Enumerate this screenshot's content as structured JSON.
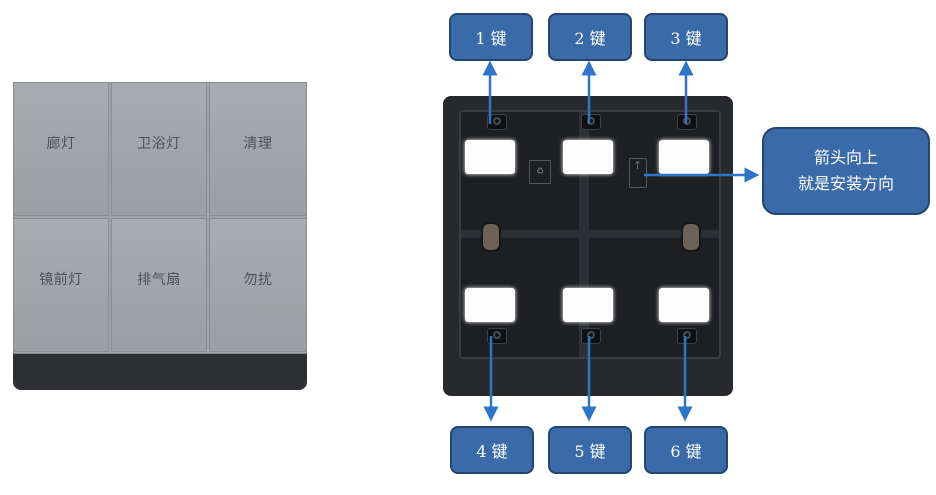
{
  "switch": {
    "keys": [
      "廊灯",
      "卫浴灯",
      "清理",
      "镜前灯",
      "排气扇",
      "勿扰"
    ]
  },
  "callouts": {
    "keys": [
      "1 键",
      "2 键",
      "3 键",
      "4 键",
      "5 键",
      "6 键"
    ],
    "note_line1": "箭头向上",
    "note_line2": "就是安装方向"
  },
  "colors": {
    "callout_fill": "#3a6aa8",
    "callout_border": "#23456f",
    "arrow": "#2e74c9",
    "switch_face": "#9fa2a6",
    "plate": "#27292c",
    "led": "#fdfdfd"
  },
  "icons": {
    "install_direction": "arrow-up-icon",
    "recycle": "recycle-icon"
  }
}
